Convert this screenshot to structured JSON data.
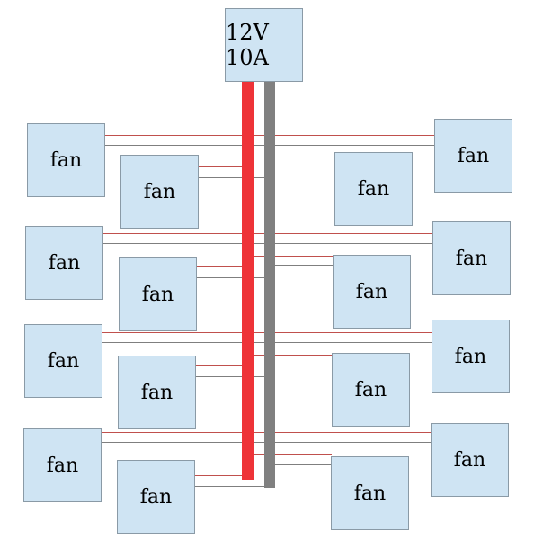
{
  "power_supply": {
    "label": "12V 10A"
  },
  "fan_label": "fan",
  "colors": {
    "box_fill": "#cfe4f3",
    "box_border": "#8a9aa6",
    "positive_rail": "#ee3338",
    "negative_rail": "#808080",
    "positive_wire": "#c0504d",
    "negative_wire": "#7f7f7f"
  },
  "fans": [
    {
      "id": "outer-left-1",
      "label": "fan"
    },
    {
      "id": "inner-left-1",
      "label": "fan"
    },
    {
      "id": "inner-right-1",
      "label": "fan"
    },
    {
      "id": "outer-right-1",
      "label": "fan"
    },
    {
      "id": "outer-left-2",
      "label": "fan"
    },
    {
      "id": "inner-left-2",
      "label": "fan"
    },
    {
      "id": "inner-right-2",
      "label": "fan"
    },
    {
      "id": "outer-right-2",
      "label": "fan"
    },
    {
      "id": "outer-left-3",
      "label": "fan"
    },
    {
      "id": "inner-left-3",
      "label": "fan"
    },
    {
      "id": "inner-right-3",
      "label": "fan"
    },
    {
      "id": "outer-right-3",
      "label": "fan"
    },
    {
      "id": "outer-left-4",
      "label": "fan"
    },
    {
      "id": "inner-left-4",
      "label": "fan"
    },
    {
      "id": "inner-right-4",
      "label": "fan"
    },
    {
      "id": "outer-right-4",
      "label": "fan"
    }
  ]
}
